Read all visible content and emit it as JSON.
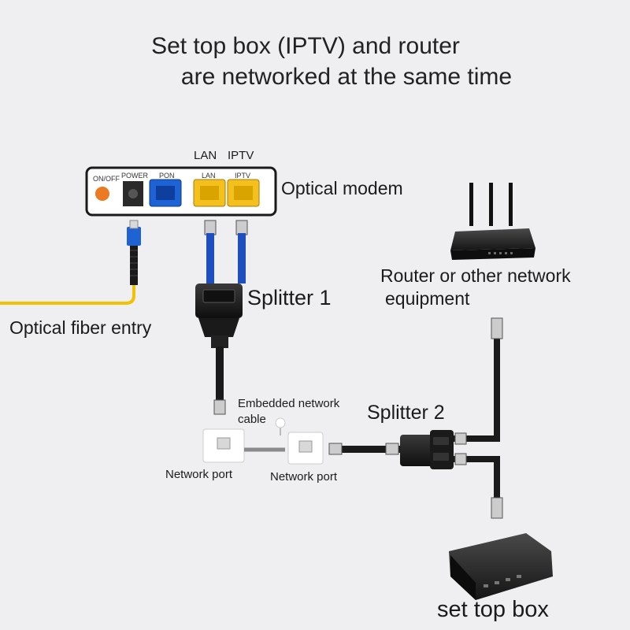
{
  "title": {
    "line1": "Set top box (IPTV) and router",
    "line2": "are networked at the same time"
  },
  "modem": {
    "label": "Optical modem",
    "port_header_lan": "LAN",
    "port_header_iptv": "IPTV",
    "ports": {
      "onoff": "ON/OFF",
      "power": "POWER",
      "pon": "PON",
      "lan": "LAN",
      "iptv": "IPTV"
    }
  },
  "labels": {
    "fiber": "Optical fiber entry",
    "splitter1": "Splitter 1",
    "splitter2": "Splitter 2",
    "router_line1": "Router or other network",
    "router_line2": "equipment",
    "embedded_line1": "Embedded network",
    "embedded_line2": "cable",
    "port1": "Network port",
    "port2": "Network port",
    "stb": "set top box"
  },
  "colors": {
    "fiber": "#f2c200",
    "lan_port": "#f4c01e",
    "pon_port": "#1e63d6",
    "onoff": "#ec7a20",
    "blue_cable": "#1f4fbf",
    "black_cable": "#1a1a1a"
  }
}
